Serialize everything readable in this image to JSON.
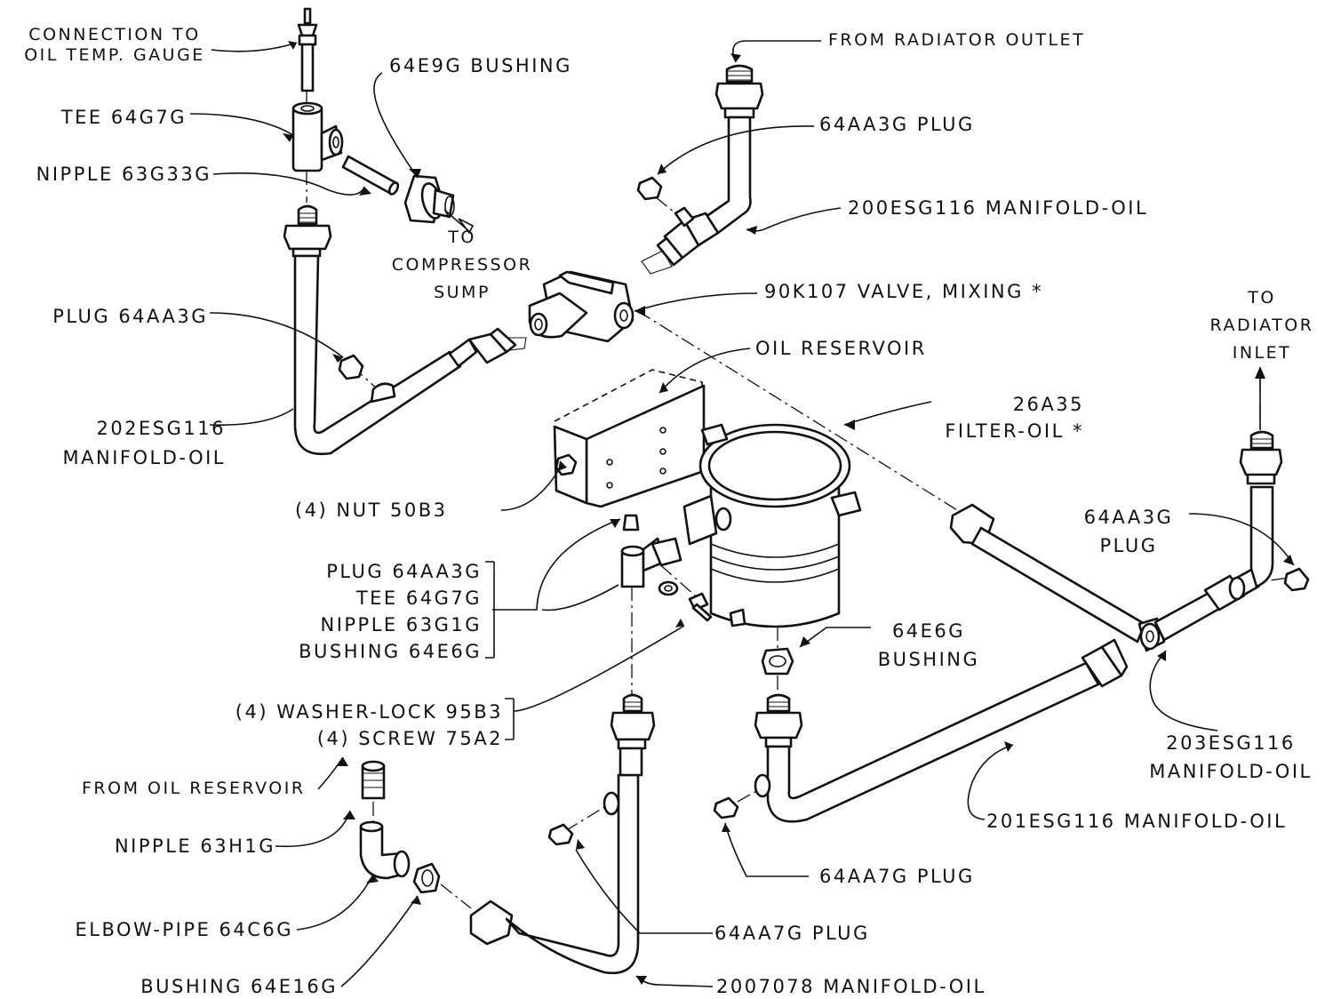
{
  "labels": {
    "oil_temp_gauge": "Connection to\noil temp. gauge",
    "bushing_64e9g": "64E9G Bushing",
    "from_radiator_outlet": "from radiator outlet",
    "tee_64g7g": "Tee 64G7G",
    "plug_64aa3g_top": "64AA3G Plug",
    "nipple_63g33g": "Nipple 63G33G",
    "manifold_200esg116": "200ESG116 Manifold-Oil",
    "to_compressor_sump": "to\ncompressor\nsump",
    "valve_mixing": "90K107 Valve, Mixing *",
    "to_radiator_inlet": "to\nradiator\ninlet",
    "plug_64aa3g_left": "Plug 64AA3G",
    "oil_reservoir": "Oil Reservoir",
    "filter_oil": "26A35\nFilter-Oil *",
    "manifold_202esg116": "202ESG116\nManifold-Oil",
    "nut_50b3": "(4) Nut 50B3",
    "plug_64aa3g_right": "64AA3G\nPlug",
    "group_plug_tee": "Plug 64AA3G\nTee 64G7G\nNipple 63G1G\nBushing 64E6G",
    "bushing_64e6g": "64E6G\nBushing",
    "washer_screw": "(4) Washer-Lock 95B3\n(4) Screw 75A2",
    "manifold_203esg116": "203ESG116\nManifold-Oil",
    "from_oil_reservoir": "from oil reservoir",
    "manifold_201esg116": "201ESG116 Manifold-Oil",
    "nipple_63h1g": "Nipple 63H1G",
    "plug_64aa7g_right": "64AA7G Plug",
    "elbow_pipe": "Elbow-Pipe 64C6G",
    "plug_64aa7g_center": "64AA7G Plug",
    "bushing_64e16g": "Bushing 64E16G",
    "manifold_2007078": "2007078 Manifold-Oil"
  }
}
